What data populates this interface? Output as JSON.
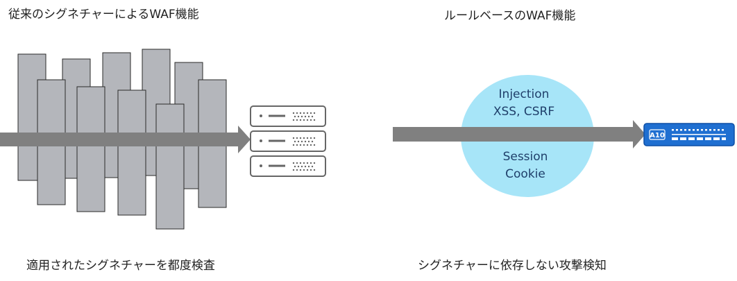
{
  "left_panel": {
    "title": "従来のシグネチャーによるWAF機能",
    "caption": "適用されたシグネチャーを都度検査"
  },
  "right_panel": {
    "title": "ルールベースのWAF機能",
    "caption": "シグネチャーに依存しない攻撃検知",
    "bubble_lines_top": [
      "Injection",
      "XSS, CSRF"
    ],
    "bubble_lines_bottom": [
      "Session",
      "Cookie"
    ],
    "device_brand": "A10"
  },
  "colors": {
    "signature_block": "#b4b6bb",
    "arrow": "#808080",
    "server_stroke": "#666666",
    "bubble": "#a7e5f8",
    "device": "#1f6fd1"
  }
}
